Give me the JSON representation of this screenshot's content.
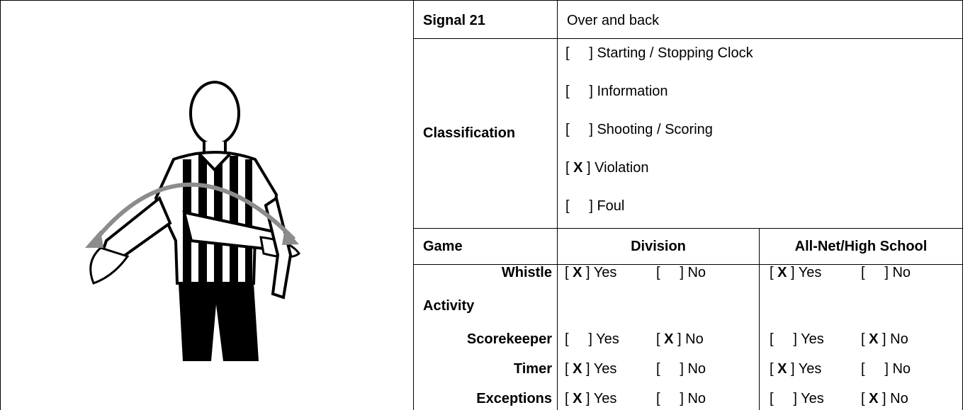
{
  "header": {
    "signal_label": "Signal 21",
    "signal_name": "Over and back"
  },
  "classification": {
    "label": "Classification",
    "options": [
      {
        "mark": " ",
        "text": "Starting / Stopping Clock"
      },
      {
        "mark": " ",
        "text": "Information"
      },
      {
        "mark": " ",
        "text": "Shooting / Scoring"
      },
      {
        "mark": "X",
        "text": "Violation"
      },
      {
        "mark": " ",
        "text": "Foul"
      }
    ]
  },
  "game": {
    "label": "Game",
    "col1": "Division",
    "col2": "All-Net/High School"
  },
  "rows": [
    {
      "label": "Whistle",
      "div": {
        "yes": "X",
        "no": " "
      },
      "hs": {
        "yes": "X",
        "no": " "
      }
    },
    {
      "label": "Activity"
    },
    {
      "label": "Scorekeeper",
      "div": {
        "yes": " ",
        "no": "X"
      },
      "hs": {
        "yes": " ",
        "no": "X"
      }
    },
    {
      "label": "Timer",
      "div": {
        "yes": "X",
        "no": " "
      },
      "hs": {
        "yes": "X",
        "no": " "
      }
    },
    {
      "label": "Exceptions",
      "div": {
        "yes": "X",
        "no": " "
      },
      "hs": {
        "yes": " ",
        "no": "X"
      }
    }
  ],
  "labels": {
    "yes": "Yes",
    "no": "No"
  }
}
